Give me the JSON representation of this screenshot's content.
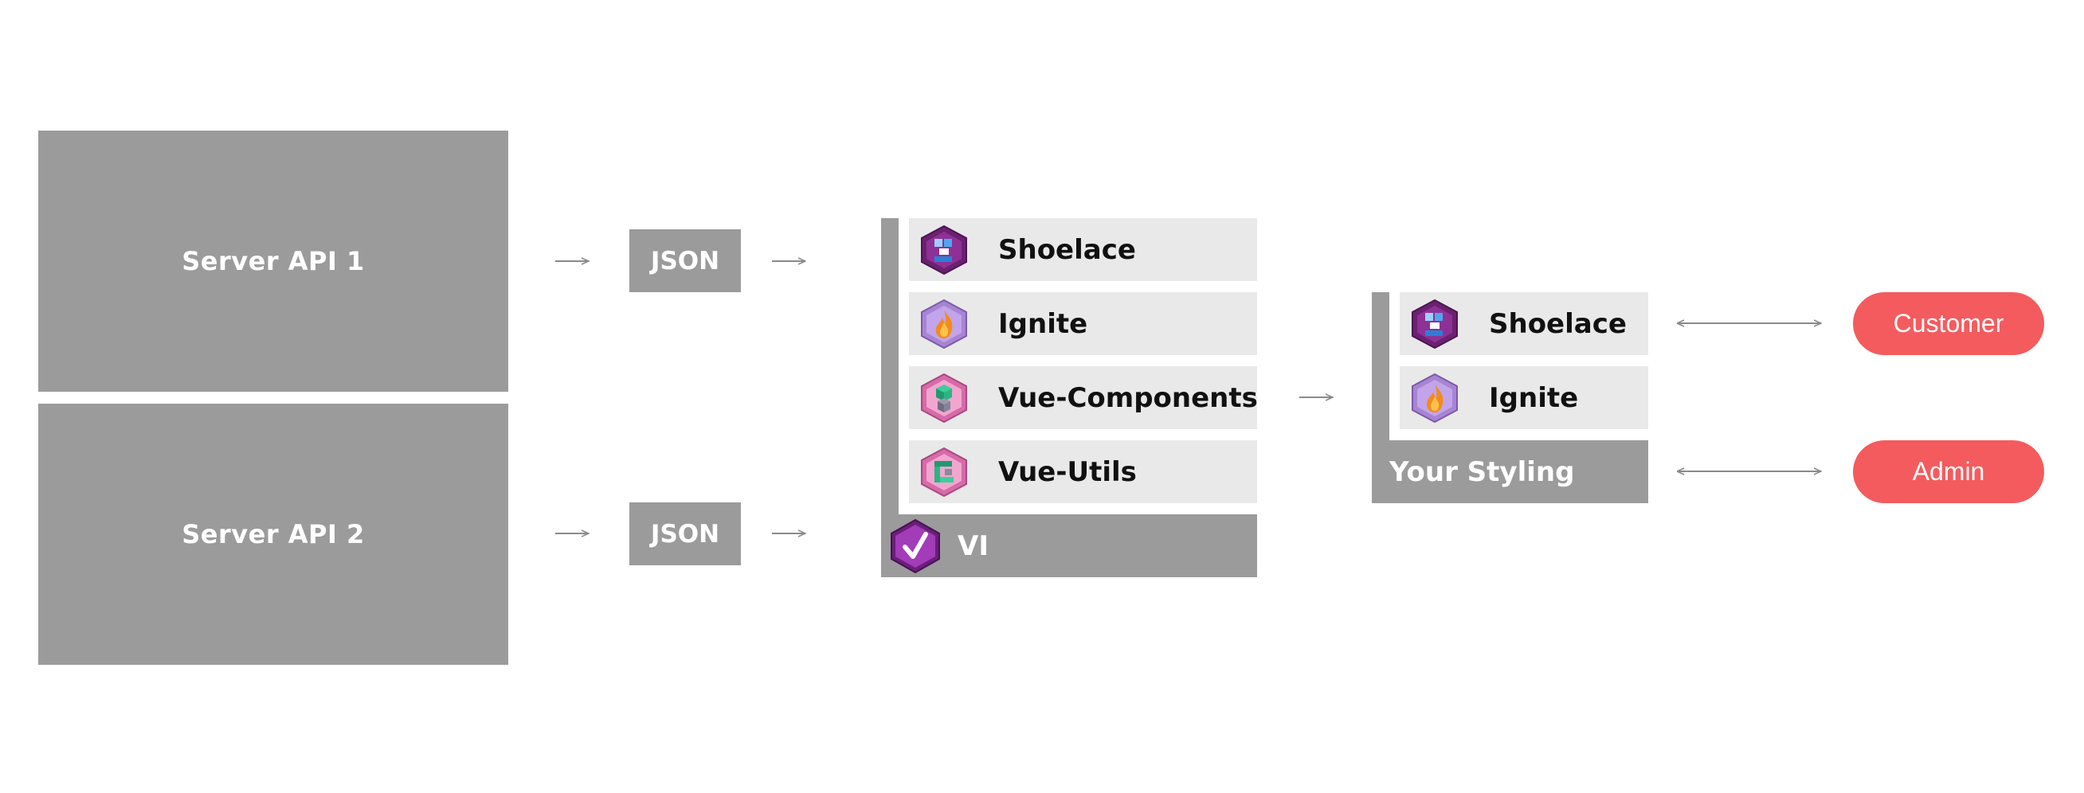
{
  "apis": [
    {
      "label": "Server API 1"
    },
    {
      "label": "Server API 2"
    }
  ],
  "json_labels": [
    "JSON",
    "JSON"
  ],
  "vi_stack": {
    "items": [
      {
        "label": "Shoelace",
        "icon": "shoelace-icon"
      },
      {
        "label": "Ignite",
        "icon": "ignite-icon"
      },
      {
        "label": "Vue-Components",
        "icon": "vue-components-icon"
      },
      {
        "label": "Vue-Utils",
        "icon": "vue-utils-icon"
      }
    ],
    "base_label": "VI",
    "base_icon": "vi-check-icon"
  },
  "styling_stack": {
    "items": [
      {
        "label": "Shoelace",
        "icon": "shoelace-icon"
      },
      {
        "label": "Ignite",
        "icon": "ignite-icon"
      }
    ],
    "base_label": "Your Styling"
  },
  "audiences": [
    {
      "label": "Customer"
    },
    {
      "label": "Admin"
    }
  ],
  "colors": {
    "box": "#9b9b9b",
    "item_bg": "#e9e9e9",
    "pill": "#f45b5e",
    "arrow": "#8a8a8a",
    "icon_purple": "#8b2f8a",
    "icon_lilac": "#a77fd0",
    "icon_pink": "#e27ab8"
  }
}
